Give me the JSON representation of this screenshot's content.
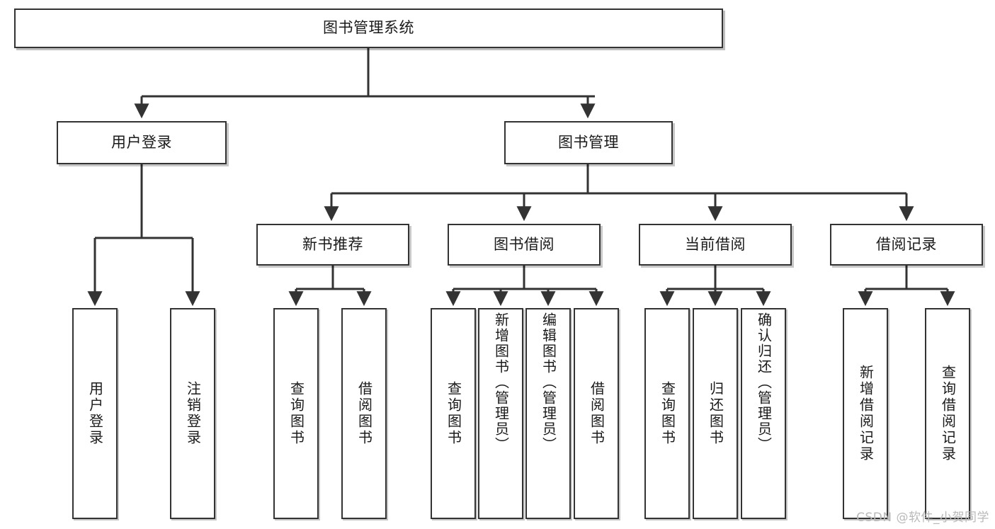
{
  "diagram": {
    "title": "图书管理系统",
    "type": "hierarchy-tree",
    "watermark": "CSDN @软件_小贺同学",
    "colors": {
      "box_border": "#333333",
      "box_fill": "#ffffff",
      "edge": "#333333",
      "text": "#1a1a1a",
      "watermark": "#b9b9b9",
      "background": "#ffffff"
    },
    "nodes": {
      "root": {
        "label": "图书管理系统"
      },
      "level1": [
        {
          "id": "user-login",
          "label": "用户登录"
        },
        {
          "id": "book-manage",
          "label": "图书管理"
        }
      ],
      "level2": [
        {
          "id": "new-book-recommend",
          "label": "新书推荐"
        },
        {
          "id": "book-borrow",
          "label": "图书借阅"
        },
        {
          "id": "current-borrow",
          "label": "当前借阅"
        },
        {
          "id": "borrow-record",
          "label": "借阅记录"
        }
      ],
      "leaves": {
        "user-login": [
          {
            "id": "leaf-user-login",
            "label": "用户登录"
          },
          {
            "id": "leaf-user-logout",
            "label": "注销登录"
          }
        ],
        "new-book-recommend": [
          {
            "id": "leaf-query-book-1",
            "label": "查询图书"
          },
          {
            "id": "leaf-borrow-book-1",
            "label": "借阅图书"
          }
        ],
        "book-borrow": [
          {
            "id": "leaf-query-book-2",
            "label": "查询图书"
          },
          {
            "id": "leaf-add-book",
            "label": "新增图书（管理员）"
          },
          {
            "id": "leaf-edit-book",
            "label": "编辑图书（管理员）"
          },
          {
            "id": "leaf-borrow-book-2",
            "label": "借阅图书"
          }
        ],
        "current-borrow": [
          {
            "id": "leaf-query-book-3",
            "label": "查询图书"
          },
          {
            "id": "leaf-return-book",
            "label": "归还图书"
          },
          {
            "id": "leaf-confirm-return",
            "label": "确认归还（管理员）"
          }
        ],
        "borrow-record": [
          {
            "id": "leaf-add-record",
            "label": "新增借阅记录"
          },
          {
            "id": "leaf-query-record",
            "label": "查询借阅记录"
          }
        ]
      }
    }
  }
}
